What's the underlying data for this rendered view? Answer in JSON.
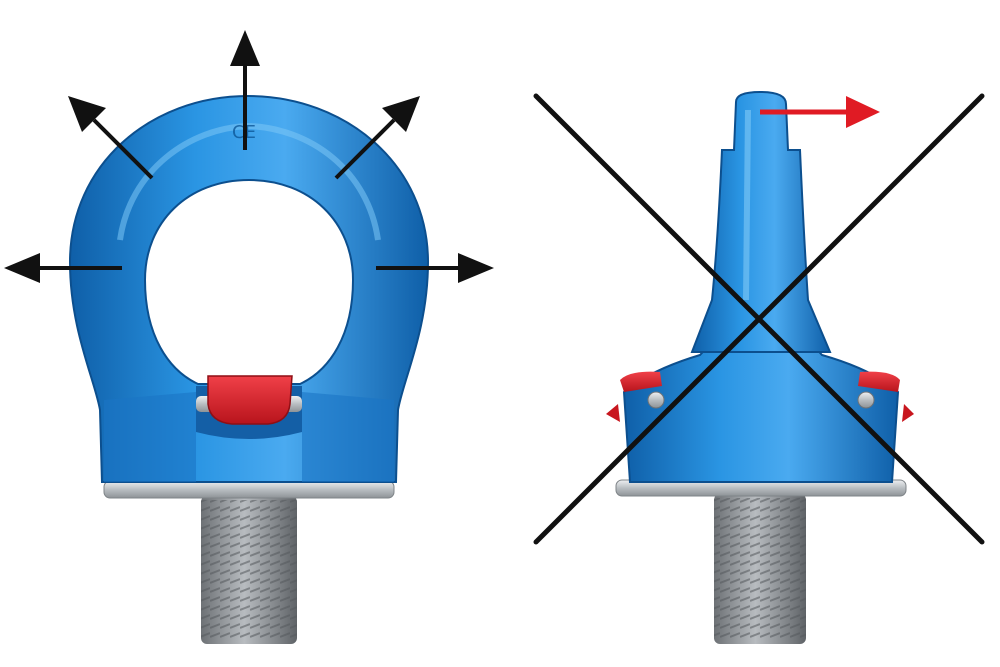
{
  "figure": {
    "left_view": {
      "ring_mark": "CE",
      "allowed_directions": [
        "left",
        "upper-left",
        "up",
        "upper-right",
        "right"
      ]
    },
    "right_view": {
      "side_load_arrow": "right",
      "prohibited": true
    }
  },
  "colors": {
    "background": "#ffffff",
    "blue_body": "#1c86d6",
    "blue_dark": "#0f5fa8",
    "blue_light": "#5fb4f0",
    "red_part": "#e3202a",
    "arrow_black": "#111111",
    "arrow_red": "#e01b24",
    "washer": "#cfd3d6",
    "bolt": "#8a8e92"
  }
}
